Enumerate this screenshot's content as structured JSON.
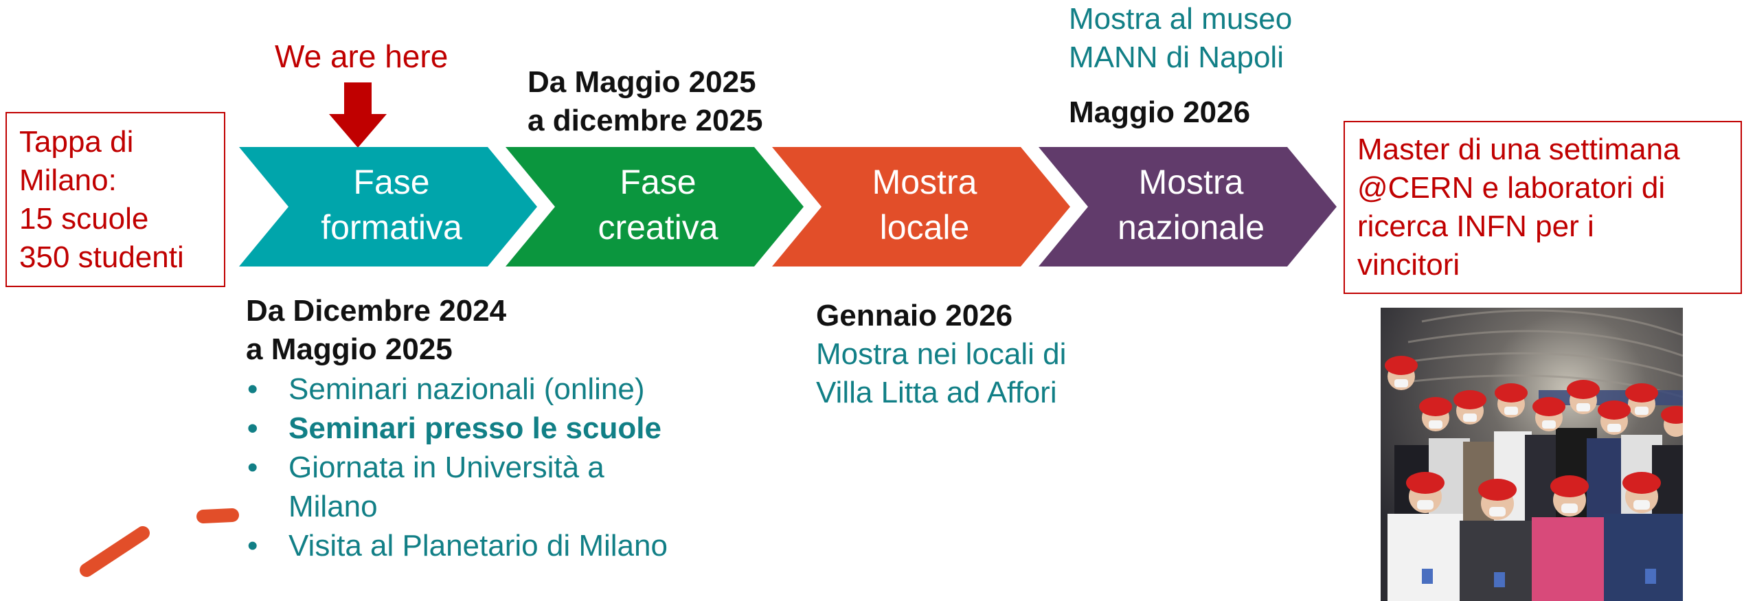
{
  "milano_box": {
    "lines": [
      "Tappa di",
      "Milano:",
      "15 scuole",
      "350 studenti"
    ]
  },
  "pointer": {
    "label": "We are here"
  },
  "phases": [
    {
      "lines": [
        "Fase",
        "formativa"
      ],
      "color": "#00a5ab"
    },
    {
      "lines": [
        "Fase",
        "creativa"
      ],
      "color": "#0b963e"
    },
    {
      "lines": [
        "Mostra",
        "locale"
      ],
      "color": "#e24e29"
    },
    {
      "lines": [
        "Mostra",
        "nazionale"
      ],
      "color": "#613b6b"
    }
  ],
  "phase1": {
    "date_lines": [
      "Da Dicembre 2024",
      "a  Maggio 2025"
    ],
    "bullets": [
      {
        "text": "Seminari nazionali (online)",
        "bold": false
      },
      {
        "text": "Seminari presso le scuole",
        "bold": true
      },
      {
        "text": "Giornata in Università a Milano",
        "bold": false
      },
      {
        "text": "Visita al Planetario di Milano",
        "bold": false
      }
    ],
    "bullet_glyph": "•"
  },
  "phase2": {
    "date_lines": [
      "Da Maggio 2025",
      "a dicembre 2025"
    ]
  },
  "phase3": {
    "date": "Gennaio 2026",
    "description_lines": [
      "Mostra nei locali di",
      "Villa Litta ad Affori"
    ]
  },
  "phase4": {
    "description_lines": [
      "Mostra al museo",
      "MANN di Napoli"
    ],
    "date": "Maggio 2026"
  },
  "master_box": {
    "lines": [
      "Master di una settimana",
      "@CERN e laboratori di",
      "ricerca INFN per i",
      "vincitori"
    ]
  },
  "colors": {
    "accent_red": "#c00000",
    "teal_text": "#117f86",
    "stroke_orange": "#e24e29"
  }
}
